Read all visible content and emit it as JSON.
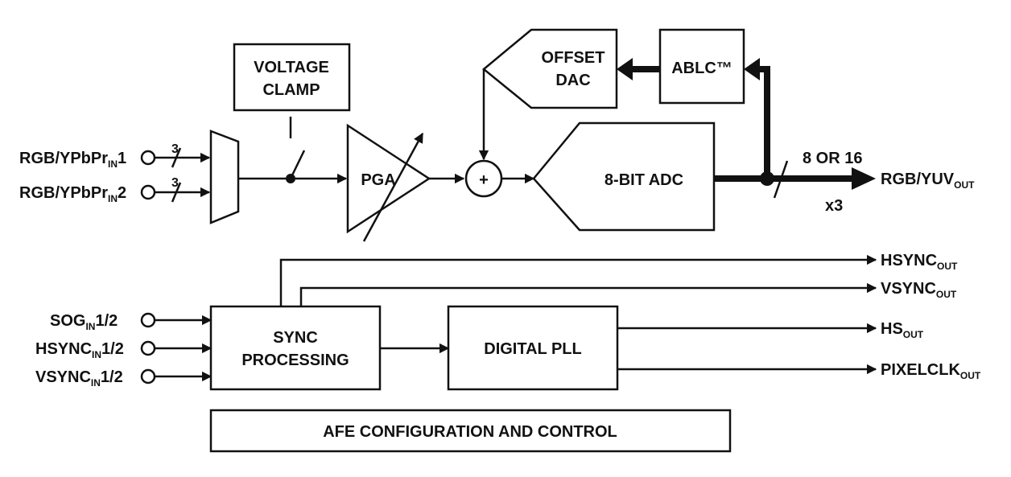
{
  "blocks": {
    "voltage_clamp": [
      "VOLTAGE",
      "CLAMP"
    ],
    "pga": "PGA",
    "offset_dac": [
      "OFFSET",
      "DAC"
    ],
    "ablc": "ABLC™",
    "adc": "8-BIT ADC",
    "summer": "+",
    "sync_processing": [
      "SYNC",
      "PROCESSING"
    ],
    "digital_pll": "DIGITAL PLL",
    "afe_config": "AFE CONFIGURATION AND CONTROL"
  },
  "inputs": [
    {
      "main": "RGB/YPbPr",
      "sub": "IN",
      "suffix": "1",
      "width": "3"
    },
    {
      "main": "RGB/YPbPr",
      "sub": "IN",
      "suffix": "2",
      "width": "3"
    },
    {
      "main": "SOG",
      "sub": "IN",
      "suffix": "1/2"
    },
    {
      "main": "HSYNC",
      "sub": "IN",
      "suffix": "1/2"
    },
    {
      "main": "VSYNC",
      "sub": "IN",
      "suffix": "1/2"
    }
  ],
  "outputs": [
    {
      "main": "RGB/YUV",
      "sub": "OUT"
    },
    {
      "main": "HSYNC",
      "sub": "OUT"
    },
    {
      "main": "VSYNC",
      "sub": "OUT"
    },
    {
      "main": "HS",
      "sub": "OUT"
    },
    {
      "main": "PIXELCLK",
      "sub": "OUT"
    }
  ],
  "bus": {
    "width": "8 OR 16",
    "multiplier": "x3"
  }
}
